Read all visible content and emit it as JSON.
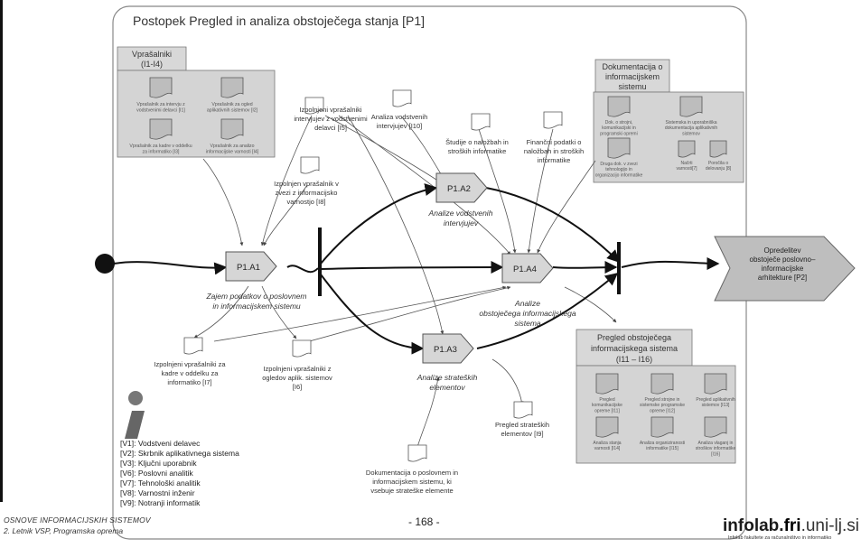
{
  "title": "Postopek Pregled in analiza obstoječega stanja [P1]",
  "groups": {
    "questionnaires": {
      "label_line1": "Vprašalniki",
      "label_line2": "(I1-I4)",
      "items": [
        {
          "line1": "Vprašalnik za intervju z",
          "line2": "vodstvenimi delavci [I1]"
        },
        {
          "line1": "Vprašalnik za ogled",
          "line2": "aplikativnih sistemov [I2]"
        },
        {
          "line1": "Vprašalnik za kadre v oddelku",
          "line2": "za informatiko [I3]"
        },
        {
          "line1": "Vprašalnik za analizo",
          "line2": "informacijske varnosti [I4]"
        }
      ]
    },
    "documentation": {
      "label_lines": [
        "Dokumentacija o",
        "informacijskem",
        "sistemu"
      ],
      "items": [
        {
          "lines": [
            "Dok. o strojni,",
            "komunikacijski in",
            "programski opremi"
          ]
        },
        {
          "lines": [
            "Sistemska in uporabniška",
            "dokumentacija aplikativnih",
            "sistemov"
          ]
        },
        {
          "lines": [
            "Druga dok. v zvezi",
            "tehnologijo in",
            "organizacijo informatike"
          ]
        },
        {
          "lines": [
            "Načrti",
            "varnosti[7]"
          ]
        },
        {
          "lines": [
            "Poročila o",
            "delovanju [8]"
          ]
        }
      ]
    },
    "overview": {
      "label_lines": [
        "Pregled obstoječega",
        "informacijskega sistema",
        "(I11 – I16)"
      ],
      "items": [
        {
          "lines": [
            "Pregled",
            "komunikacijske",
            "opreme [I11]"
          ]
        },
        {
          "lines": [
            "Pregled strojne in",
            "sistemske programske",
            "opreme [I12]"
          ]
        },
        {
          "lines": [
            "Pregled aplikativnih",
            "sistemov [I13]"
          ]
        },
        {
          "lines": [
            "Analiza stanja",
            "varnosti [I14]"
          ]
        },
        {
          "lines": [
            "Analiza organiziranosti",
            "informatike [I15]"
          ]
        },
        {
          "lines": [
            "Analiza vlaganj in",
            "stroškov informatike",
            "[I16]"
          ]
        }
      ]
    }
  },
  "documents": {
    "interviews_filled": [
      "Izpolnjeni vprašalniki",
      "intervjujev z vodstvenimi",
      "delavci [I5]"
    ],
    "security_filled": [
      "Izpolnjen vprašalnik v",
      "zvezi z informacijsko",
      "varnostjo [I8]"
    ],
    "mgmt_interview_analysis": [
      "Analiza vodstvenih",
      "intervjujev [I10]"
    ],
    "investment_studies": [
      "Študije o naložbah in",
      "stroških informatike"
    ],
    "financial_data": [
      "Finančni podatki o",
      "naložbah in stroških",
      "informatike"
    ],
    "it_staff_filled": [
      "Izpolnjeni vprašalniki za",
      "kadre v oddelku za",
      "informatiko [I7]"
    ],
    "app_systems_filled": [
      "Izpolnjeni vprašalniki z",
      "ogledov aplik. sistemov",
      "[I6]"
    ],
    "strategic_overview": [
      "Pregled strateških",
      "elementov [I9]"
    ],
    "business_docs": [
      "Dokumentacija o poslovnem in",
      "informacijskem sistemu, ki",
      "vsebuje strateške elemente"
    ]
  },
  "activities": {
    "a1": {
      "id": "P1.A1",
      "desc": [
        "Zajem podatkov o poslovnem",
        "in informacijskem sistemu"
      ]
    },
    "a2": {
      "id": "P1.A2",
      "desc": [
        "Analize vodstvenih",
        "intervjujev"
      ]
    },
    "a3": {
      "id": "P1.A3",
      "desc": [
        "Analize strateških",
        "elementov"
      ]
    },
    "a4": {
      "id": "P1.A4",
      "desc": [
        "Analize",
        "obstoječega informacijskega",
        "sistema"
      ]
    }
  },
  "next_process": [
    "Opredelitev",
    "obstoječe poslovno–",
    "informacijske",
    "arhitekture [P2]"
  ],
  "roles": [
    "[V1]: Vodstveni delavec",
    "[V2]: Skrbnik aplikativnega sistema",
    "[V3]: Ključni uporabnik",
    "[V6]: Poslovni analitik",
    "[V7]: Tehnološki analitik",
    "[V8]: Varnostni inženir",
    "[V9]: Notranji informatik"
  ],
  "footer": {
    "course": "OSNOVE INFORMACIJSKIH SISTEMOV",
    "line2": "2. Letnik VSP, Programska oprema",
    "page": "- 168 -",
    "logo_main": "infolab.",
    "logo_fri": "fri",
    "logo_rest": ".uni-lj.si",
    "logo_sub": "Infolab fakultete za računalništvo in informatiko"
  },
  "colors": {
    "frame": "#888888",
    "group_fill": "#d4d4d4",
    "doc_fill": "#bdbdbd",
    "activity_fill": "#d6d6d6",
    "next_fill": "#bebebe",
    "flow": "#111111",
    "thin": "#555555"
  }
}
